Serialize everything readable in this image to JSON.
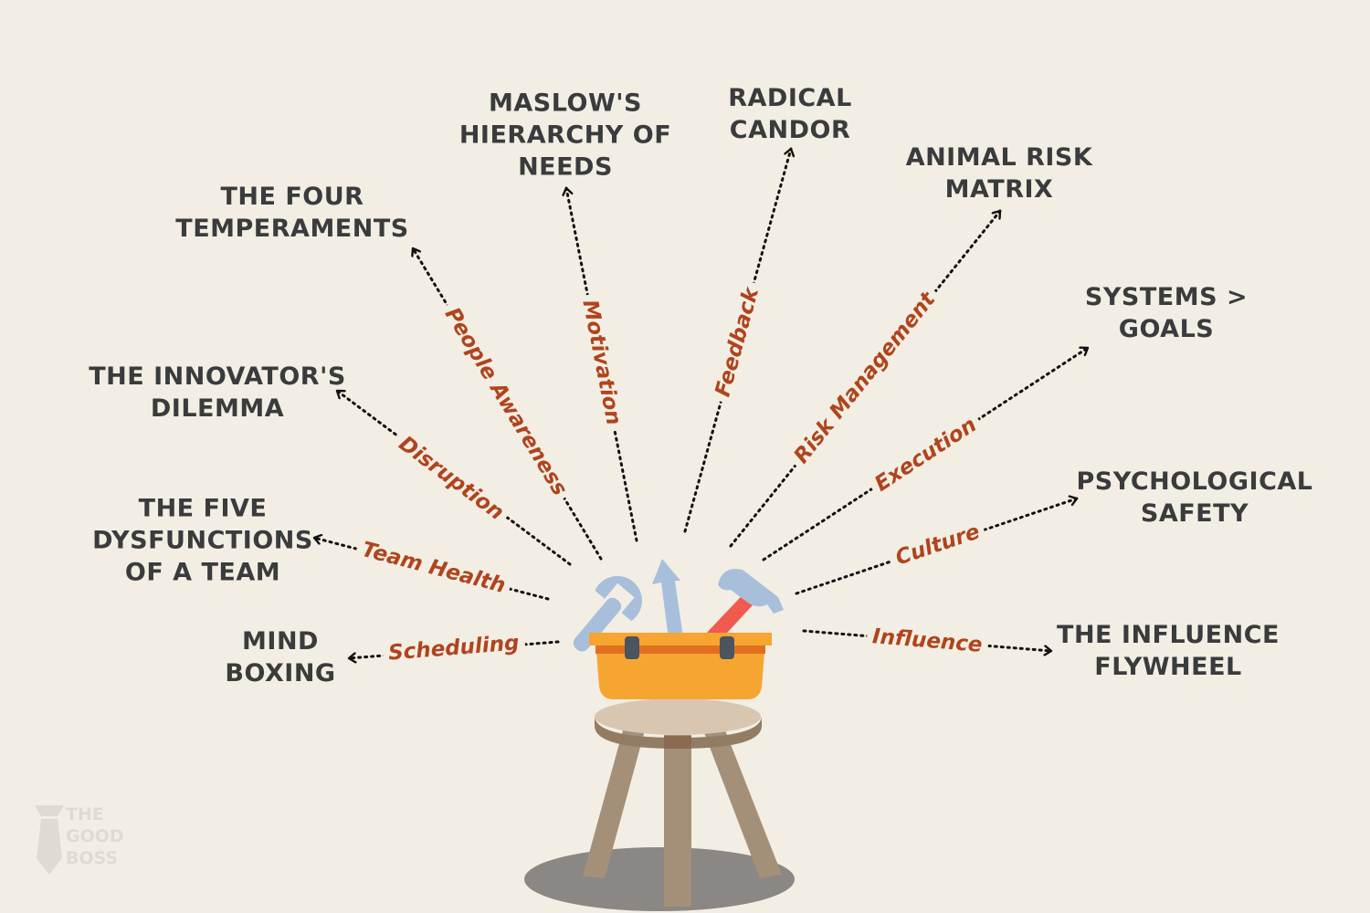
{
  "nodes": [
    {
      "id": "four-temperaments",
      "lines": [
        "The Four",
        "Temperaments"
      ]
    },
    {
      "id": "maslow",
      "lines": [
        "Maslow's",
        "Hierarchy of",
        "Needs"
      ]
    },
    {
      "id": "radical-candor",
      "lines": [
        "Radical",
        "Candor"
      ]
    },
    {
      "id": "animal-risk",
      "lines": [
        "Animal Risk",
        "Matrix"
      ]
    },
    {
      "id": "systems-goals",
      "lines": [
        "Systems >",
        "Goals"
      ]
    },
    {
      "id": "innovators-dilemma",
      "lines": [
        "The Innovator's",
        "Dilemma"
      ]
    },
    {
      "id": "psych-safety",
      "lines": [
        "Psychological",
        "Safety"
      ]
    },
    {
      "id": "five-dysfunctions",
      "lines": [
        "The Five",
        "Dysfunctions",
        "of a Team"
      ]
    },
    {
      "id": "mind-boxing",
      "lines": [
        "Mind",
        "Boxing"
      ]
    },
    {
      "id": "influence-flywheel",
      "lines": [
        "The Influence",
        "Flywheel"
      ]
    }
  ],
  "edges": [
    {
      "target": "four-temperaments",
      "label": "People Awareness"
    },
    {
      "target": "maslow",
      "label": "Motivation"
    },
    {
      "target": "radical-candor",
      "label": "Feedback"
    },
    {
      "target": "animal-risk",
      "label": "Risk Management"
    },
    {
      "target": "systems-goals",
      "label": "Execution"
    },
    {
      "target": "innovators-dilemma",
      "label": "Disruption"
    },
    {
      "target": "psych-safety",
      "label": "Culture"
    },
    {
      "target": "five-dysfunctions",
      "label": "Team Health"
    },
    {
      "target": "mind-boxing",
      "label": "Scheduling"
    },
    {
      "target": "influence-flywheel",
      "label": "Influence"
    }
  ],
  "logo": {
    "lines": [
      "THE",
      "GOOD",
      "BOSS"
    ]
  },
  "colors": {
    "background": "#f2eee4",
    "node_text": "#3a3b3d",
    "edge_label": "#b0441d",
    "arrow": "#111111",
    "toolbox": "#f7a531",
    "toolbox_stripe": "#e0701f",
    "stool_wood": "#a49079",
    "stool_seat": "#d9c6b0",
    "tool_blue": "#a8bfdc",
    "hammer_handle": "#f05a4f",
    "shadow": "#8a8784"
  },
  "icons": [
    "wrench-icon",
    "screwdriver-icon",
    "hammer-icon",
    "toolbox-icon",
    "stool-icon"
  ]
}
